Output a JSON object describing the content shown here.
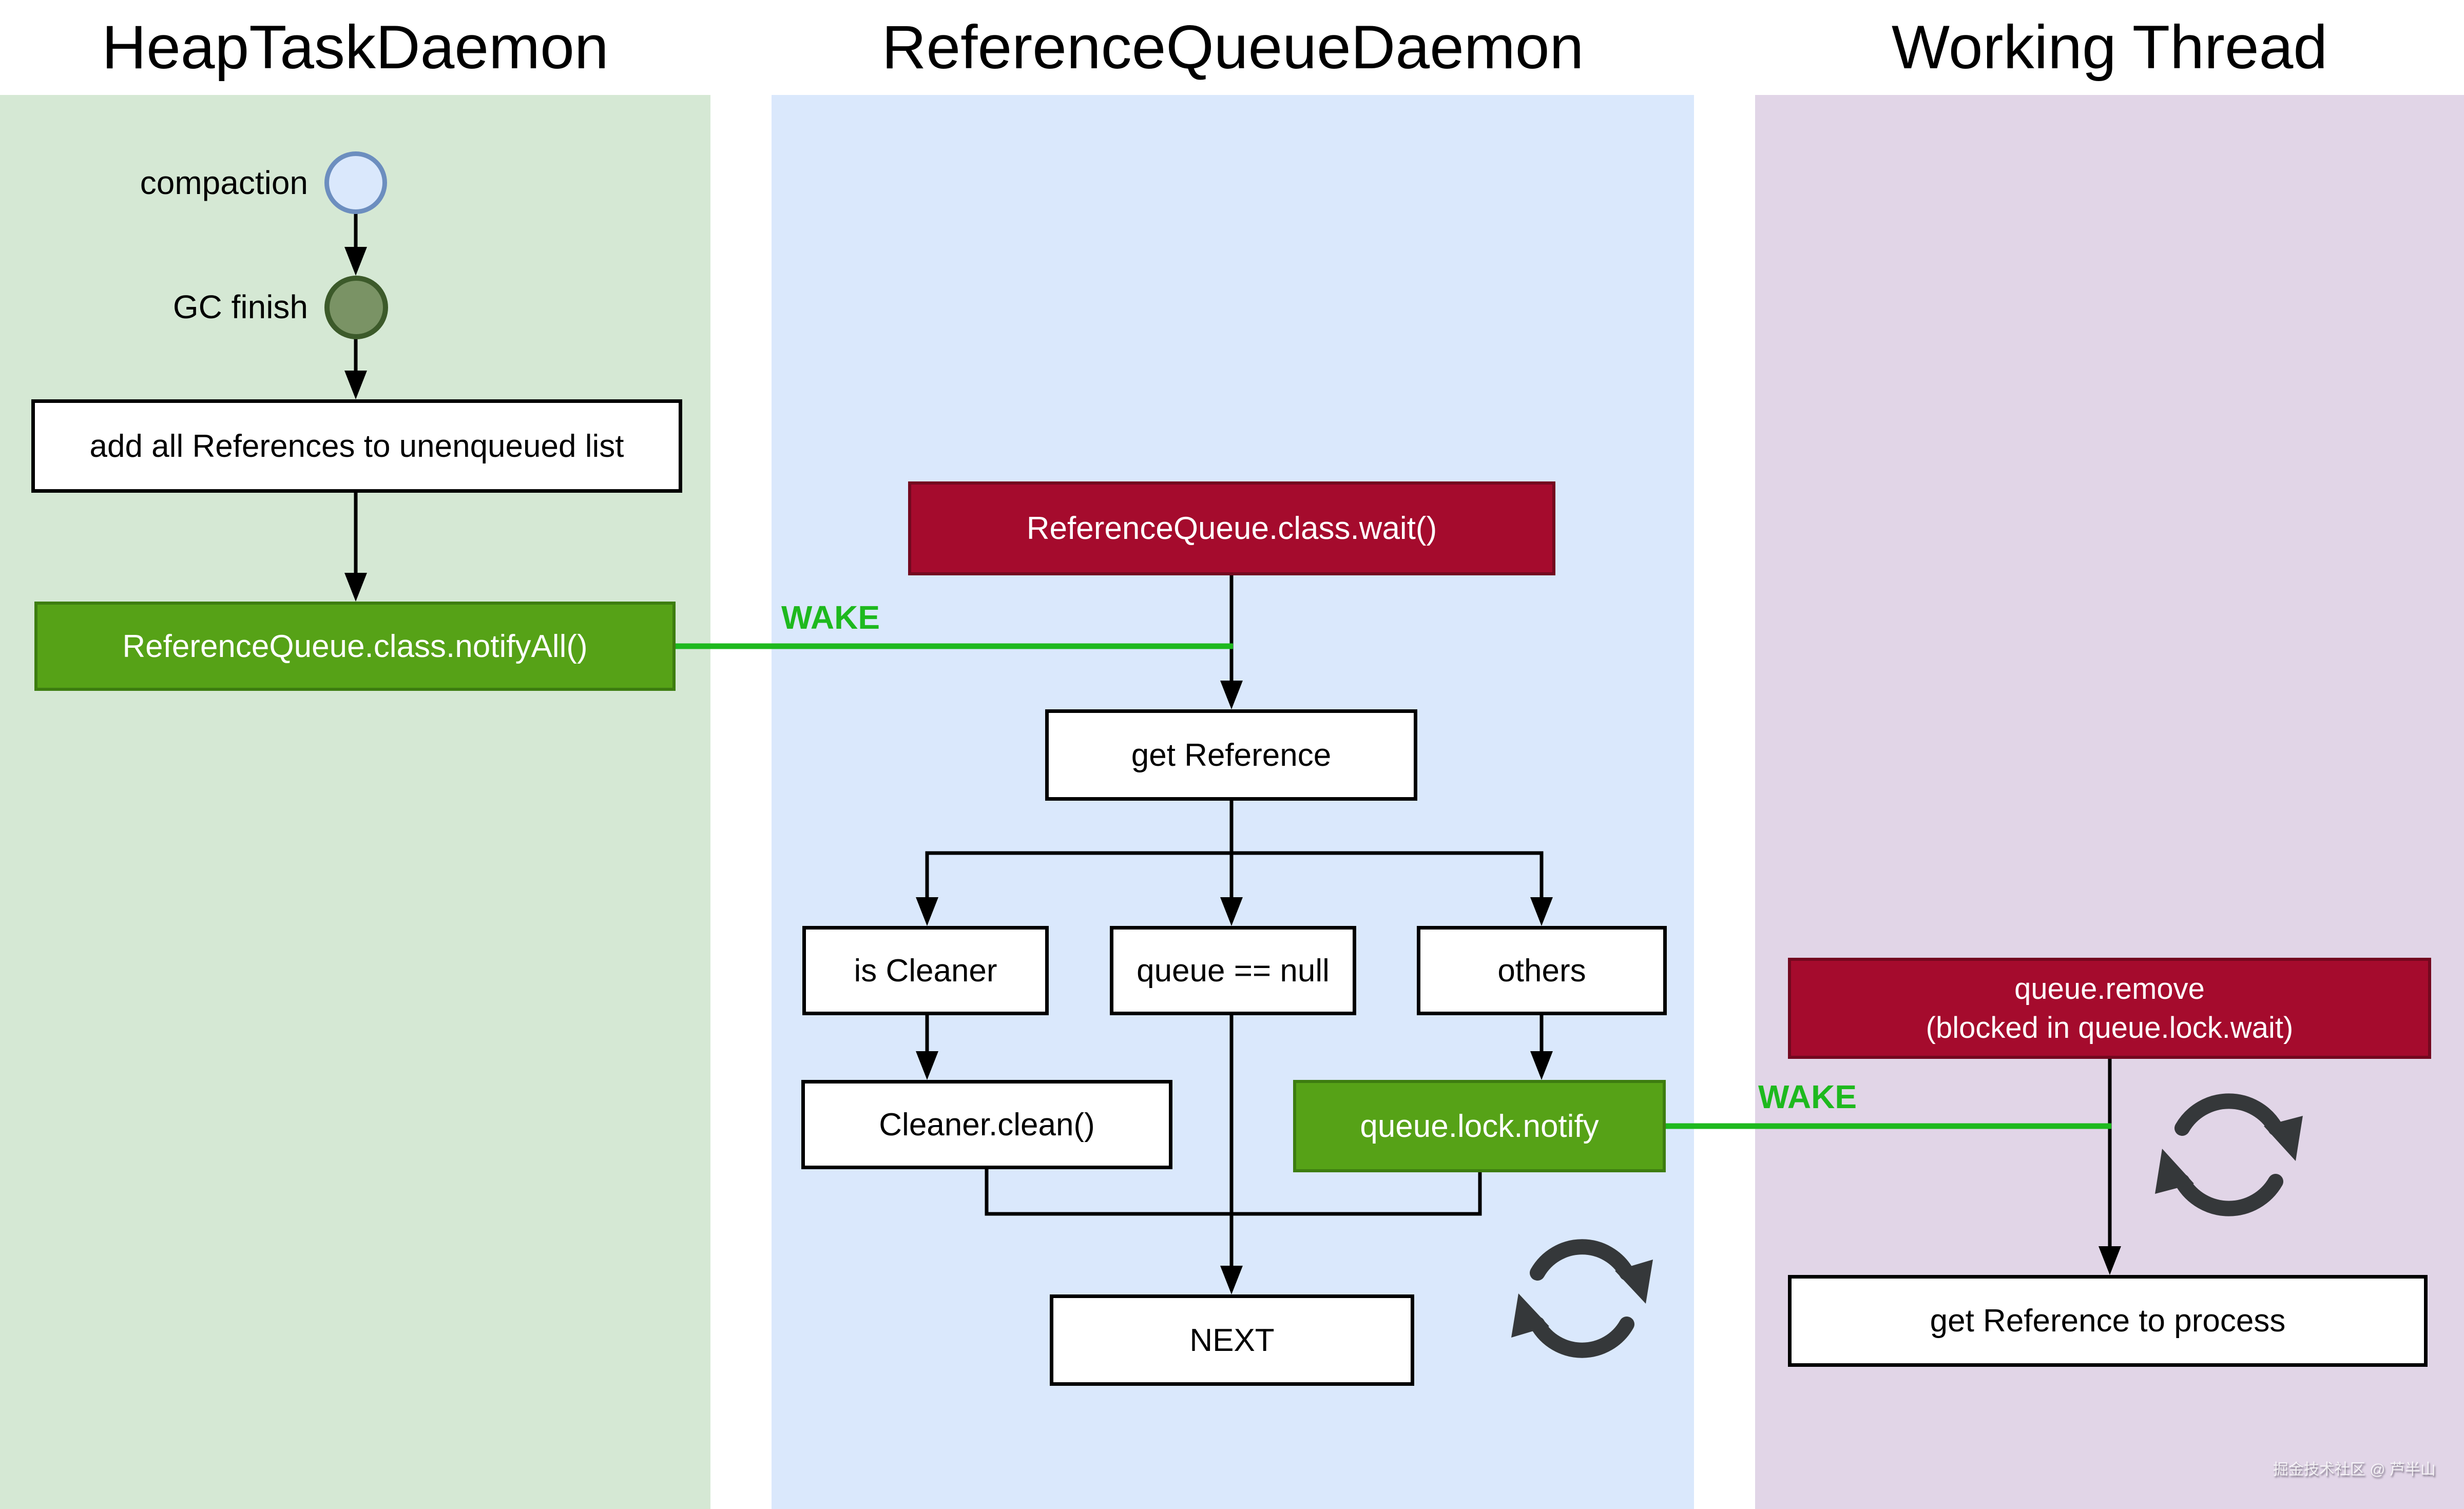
{
  "header": {
    "heap_title": "HeapTaskDaemon",
    "refqueue_title": "ReferenceQueueDaemon",
    "working_title": "Working Thread"
  },
  "heap_lane": {
    "compaction_label": "compaction",
    "gc_finish_label": "GC finish",
    "add_references_box": "add all References to unenqueued list",
    "notify_all_box": "ReferenceQueue.class.notifyAll()"
  },
  "refqueue_lane": {
    "wait_box": "ReferenceQueue.class.wait()",
    "get_reference_box": "get Reference",
    "branch_boxes": [
      {
        "label": "is Cleaner"
      },
      {
        "label": "queue == null"
      },
      {
        "label": "others"
      }
    ],
    "cleaner_clean_box": "Cleaner.clean()",
    "queue_lock_notify_box": "queue.lock.notify",
    "next_box": "NEXT"
  },
  "working_lane": {
    "queue_remove_box": {
      "line1": "queue.remove",
      "line2": "(blocked in queue.lock.wait)"
    },
    "get_reference_to_process_box": "get Reference to process",
    "watermark": "掘金技术社区 @ 芦半山"
  },
  "connections": {
    "wake1_label": "WAKE",
    "wake2_label": "WAKE"
  },
  "colors": {
    "heap_lane_bg": "#d5e8d4",
    "refqueue_lane_bg": "#dae8fc",
    "working_lane_bg": "#e1d5e7",
    "blocking_box_fill": "#a50b2d",
    "active_box_fill": "#56a217",
    "wake_green": "#1eb91e",
    "start_circle_fill": "#dae8fc",
    "start_circle_stroke": "#6c8ebf",
    "gc_circle_fill": "#7a9365",
    "gc_circle_stroke": "#3c5a2a"
  }
}
